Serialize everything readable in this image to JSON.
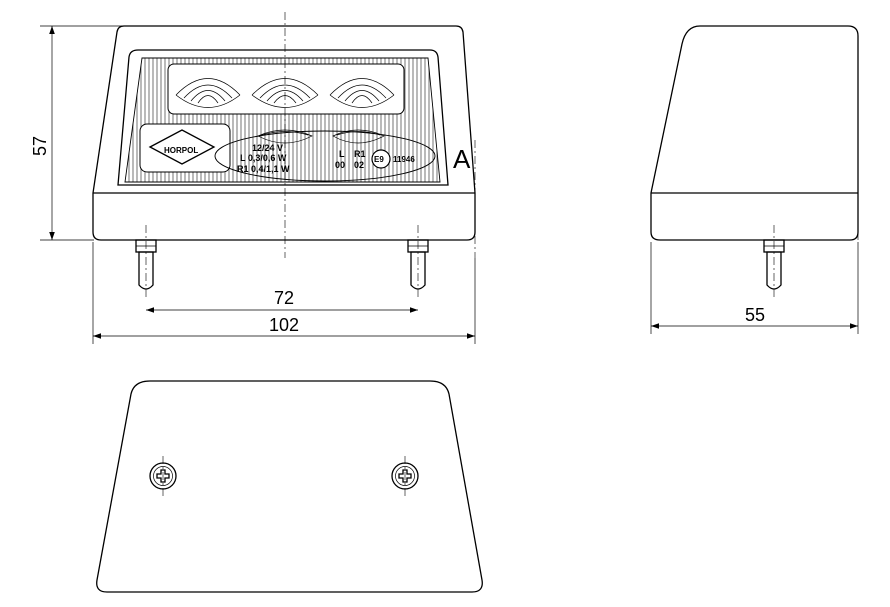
{
  "dimensions": {
    "height": "57",
    "pin_spacing": "72",
    "total_width": "102",
    "depth": "55"
  },
  "front_view": {
    "logo": "HORPOL",
    "voltage": "12/24 V",
    "power_l": "L 0,3/0,6 W",
    "power_r1": "R1 0,4/1,1 W",
    "func_l": "L",
    "func_r1": "R1",
    "code_l": "00",
    "code_r1": "02",
    "approval_mark": "E9",
    "approval_number": "11946",
    "view_marker": "A"
  }
}
